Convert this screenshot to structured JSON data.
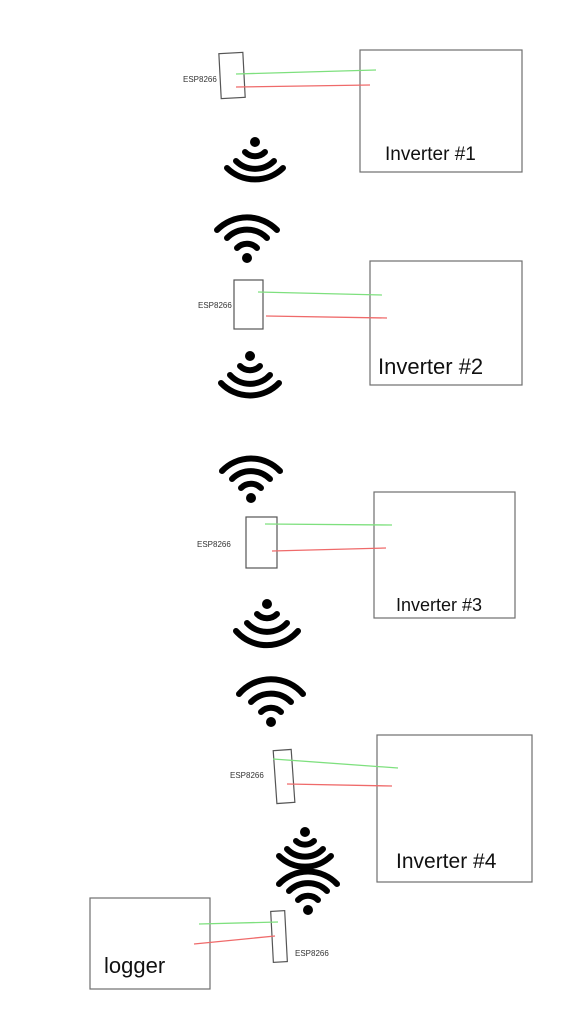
{
  "inverters": [
    {
      "label": "Inverter #1",
      "esp_label": "ESP8266"
    },
    {
      "label": "Inverter #2",
      "esp_label": "ESP8266"
    },
    {
      "label": "Inverter #3",
      "esp_label": "ESP8266"
    },
    {
      "label": "Inverter #4",
      "esp_label": "ESP8266"
    }
  ],
  "logger": {
    "label": "logger",
    "esp_label": "ESP8266"
  },
  "colors": {
    "wire_green": "#7ee07e",
    "wire_red": "#ef6a6a",
    "box": "#6f6f6f",
    "wifi": "#000000"
  },
  "icons": [
    "wifi-icon"
  ]
}
